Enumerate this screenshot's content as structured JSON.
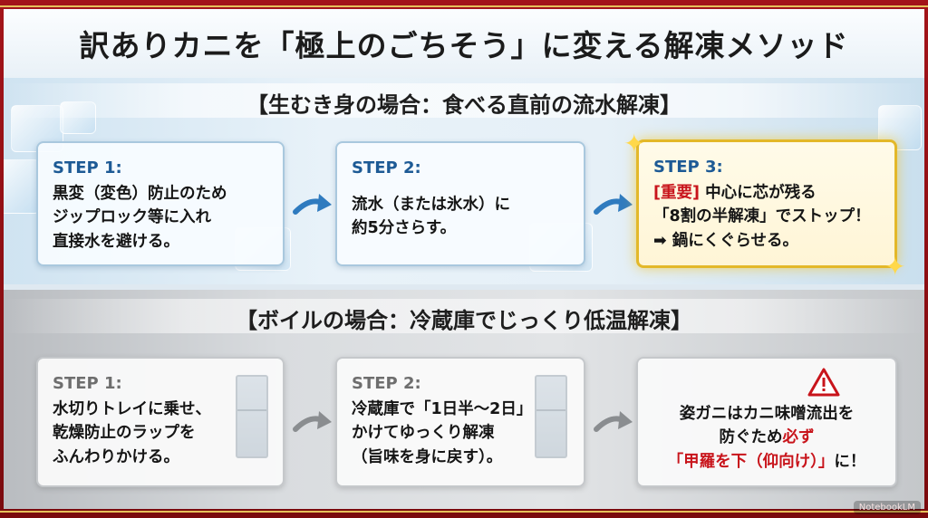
{
  "title": "訳ありカニを「極上のごちそう」に変える解凍メソッド",
  "section1": {
    "header": "【生むき身の場合：食べる直前の流水解凍】",
    "step1": {
      "label": "STEP 1:",
      "lines": [
        "黒変（変色）防止のため",
        "ジップロック等に入れ",
        "直接水を避ける。"
      ]
    },
    "step2": {
      "label": "STEP 2:",
      "lines": [
        "流水（または氷水）に",
        "約5分さらす。"
      ]
    },
    "step3": {
      "label": "STEP 3:",
      "important": "[重要]",
      "line1_rest": " 中心に芯が残る",
      "line2": "「8割の半解凍」でストップ！",
      "line3": "➡ 鍋にくぐらせる。"
    }
  },
  "section2": {
    "header": "【ボイルの場合：冷蔵庫でじっくり低温解凍】",
    "step1": {
      "label": "STEP 1:",
      "lines": [
        "水切りトレイに乗せ、",
        "乾燥防止のラップを",
        "ふんわりかける。"
      ]
    },
    "step2": {
      "label": "STEP 2:",
      "lines": [
        "冷蔵庫で「1日半〜2日」",
        "かけてゆっくり解凍",
        "（旨味を身に戻す）。"
      ]
    },
    "step3": {
      "line1": "姿ガニはカニ味噌流出を",
      "line2_a": "防ぐため",
      "line2_b": "必ず",
      "line3_a": "「甲羅を下（仰向け）」",
      "line3_b": "に！"
    }
  },
  "branding": "NotebookLM",
  "colors": {
    "accent_red": "#c8141b",
    "step_blue": "#1d5a95",
    "gold": "#e3b829",
    "frame_red": "#a3141a"
  },
  "icons": [
    "chevron-arrow-icon",
    "warning-triangle-icon",
    "refrigerator-icon",
    "sparkle-icon",
    "notebooklm-logo-icon"
  ]
}
